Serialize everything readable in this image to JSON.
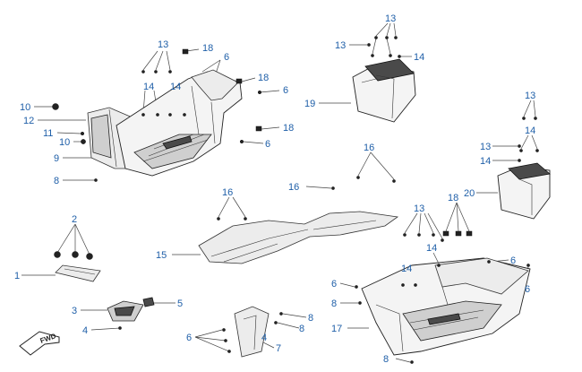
{
  "fwd_label": "FWD",
  "callouts": [
    {
      "id": "c1",
      "label": "13"
    },
    {
      "id": "c2",
      "label": "18"
    },
    {
      "id": "c3",
      "label": "6"
    },
    {
      "id": "c4",
      "label": "14"
    },
    {
      "id": "c5",
      "label": "14"
    },
    {
      "id": "c6",
      "label": "18"
    },
    {
      "id": "c7",
      "label": "6"
    },
    {
      "id": "c8",
      "label": "10"
    },
    {
      "id": "c9",
      "label": "12"
    },
    {
      "id": "c10",
      "label": "11"
    },
    {
      "id": "c11",
      "label": "10"
    },
    {
      "id": "c12",
      "label": "9"
    },
    {
      "id": "c13",
      "label": "18"
    },
    {
      "id": "c14",
      "label": "6"
    },
    {
      "id": "c15",
      "label": "8"
    },
    {
      "id": "c16",
      "label": "13"
    },
    {
      "id": "c17",
      "label": "13"
    },
    {
      "id": "c18",
      "label": "14"
    },
    {
      "id": "c19",
      "label": "19"
    },
    {
      "id": "c20",
      "label": "13"
    },
    {
      "id": "c21",
      "label": "13"
    },
    {
      "id": "c22",
      "label": "14"
    },
    {
      "id": "c23",
      "label": "14"
    },
    {
      "id": "c24",
      "label": "20"
    },
    {
      "id": "c25",
      "label": "16"
    },
    {
      "id": "c26",
      "label": "16"
    },
    {
      "id": "c27",
      "label": "16"
    },
    {
      "id": "c28",
      "label": "15"
    },
    {
      "id": "c29",
      "label": "2"
    },
    {
      "id": "c30",
      "label": "1"
    },
    {
      "id": "c31",
      "label": "3"
    },
    {
      "id": "c32",
      "label": "5"
    },
    {
      "id": "c33",
      "label": "4"
    },
    {
      "id": "c34",
      "label": "6"
    },
    {
      "id": "c35",
      "label": "4"
    },
    {
      "id": "c36",
      "label": "8"
    },
    {
      "id": "c37",
      "label": "8"
    },
    {
      "id": "c38",
      "label": "7"
    },
    {
      "id": "c39",
      "label": "13"
    },
    {
      "id": "c40",
      "label": "18"
    },
    {
      "id": "c41",
      "label": "14"
    },
    {
      "id": "c42",
      "label": "14"
    },
    {
      "id": "c43",
      "label": "6"
    },
    {
      "id": "c44",
      "label": "6"
    },
    {
      "id": "c45",
      "label": "6"
    },
    {
      "id": "c46",
      "label": "8"
    },
    {
      "id": "c47",
      "label": "17"
    },
    {
      "id": "c48",
      "label": "8"
    }
  ]
}
